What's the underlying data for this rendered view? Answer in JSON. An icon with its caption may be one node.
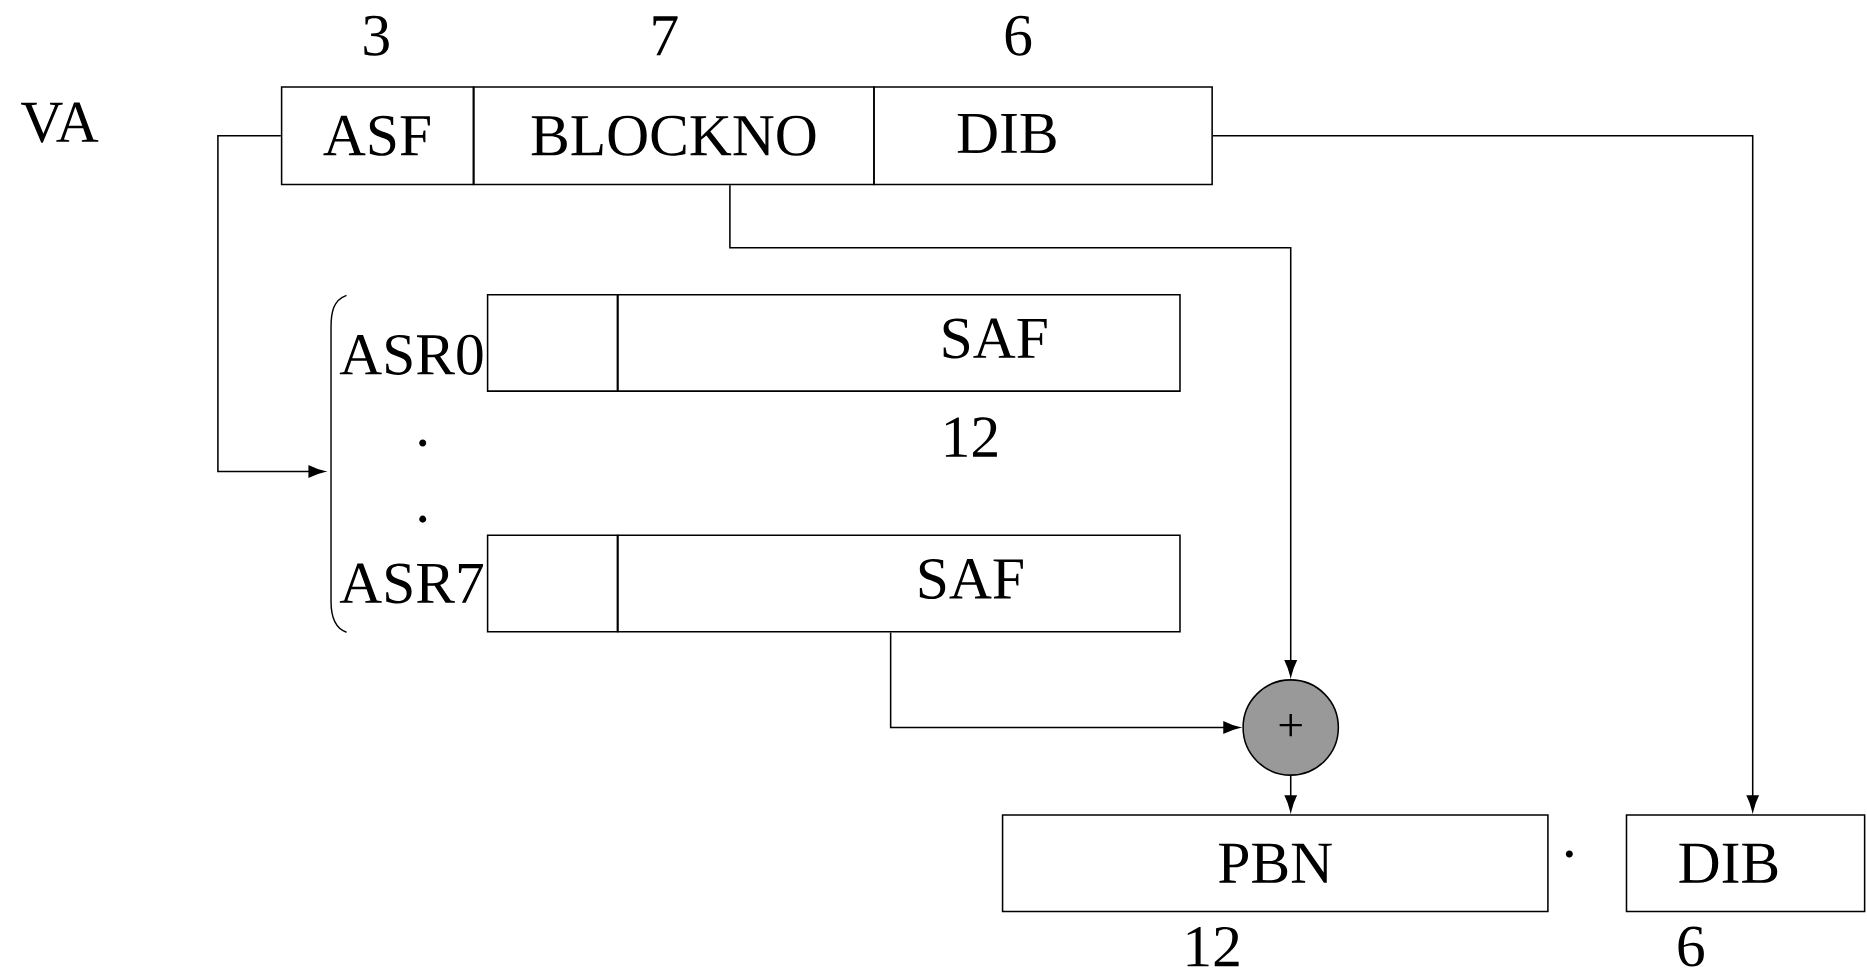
{
  "diagram": {
    "nodes": [
      {
        "text": [
          "ASF"
        ],
        "beside": [
          "3"
        ]
      },
      {
        "text": [
          "BLOCKNO"
        ],
        "beside": [
          "7"
        ]
      },
      {
        "text": [
          "DIB"
        ],
        "beside": [
          "6"
        ]
      },
      {
        "text": [],
        "shape": "box"
      },
      {
        "text": [
          "SAF"
        ],
        "beside": [
          "12"
        ]
      },
      {
        "text": [],
        "shape": "box"
      },
      {
        "text": [
          "SAF"
        ]
      },
      {
        "text": [
          "+"
        ]
      },
      {
        "text": [
          "PBN"
        ],
        "beside": [
          "12"
        ]
      },
      {
        "text": [
          "DIB"
        ],
        "beside": [
          "6"
        ]
      }
    ],
    "edges": [
      {
        "from": 0,
        "to": null,
        "arrow": "to"
      },
      {
        "from": 1,
        "to": 7,
        "arrow": "to"
      },
      {
        "from": 6,
        "to": 7,
        "arrow": "to"
      },
      {
        "from": 7,
        "to": 8,
        "arrow": "to"
      },
      {
        "from": 2,
        "to": 9,
        "arrow": "to"
      }
    ],
    "labels": [
      "VA",
      "ASR0",
      ".",
      ".",
      "ASR7",
      "·"
    ]
  }
}
